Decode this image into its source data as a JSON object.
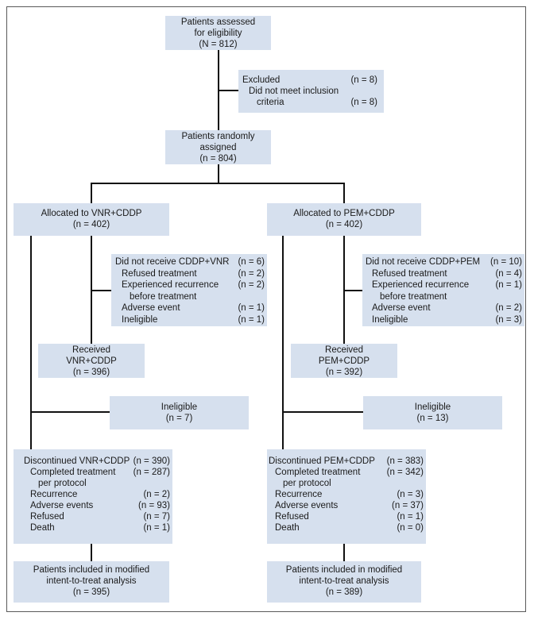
{
  "assessed": {
    "line1": "Patients assessed",
    "line2": "for eligibility",
    "n": "(N = 812)"
  },
  "excluded": {
    "title": "Excluded",
    "title_n": "(n = 8)",
    "reason1": "Did not meet inclusion",
    "reason2": "criteria",
    "reason_n": "(n = 8)"
  },
  "randomized": {
    "line1": "Patients randomly",
    "line2": "assigned",
    "n": "(n = 804)"
  },
  "left": {
    "allocated": {
      "label": "Allocated to VNR+CDDP",
      "n": "(n = 402)"
    },
    "not_received": {
      "title": "Did not receive CDDP+VNR",
      "title_n": "(n = 6)",
      "items": [
        {
          "label": "Refused treatment",
          "n": "(n = 2)"
        },
        {
          "label": "Experienced recurrence",
          "n": "(n = 2)"
        },
        {
          "label": "before treatment",
          "n": ""
        },
        {
          "label": "Adverse event",
          "n": "(n = 1)"
        },
        {
          "label": "Ineligible",
          "n": "(n = 1)"
        }
      ]
    },
    "received": {
      "line1": "Received",
      "line2": "VNR+CDDP",
      "n": "(n = 396)"
    },
    "ineligible": {
      "label": "Ineligible",
      "n": "(n = 7)"
    },
    "discontinued": {
      "title": "Discontinued VNR+CDDP",
      "title_n": "(n = 390)",
      "items": [
        {
          "label": "Completed treatment",
          "n": "(n = 287)"
        },
        {
          "label": "per protocol",
          "n": ""
        },
        {
          "label": "Recurrence",
          "n": "(n = 2)"
        },
        {
          "label": "Adverse events",
          "n": "(n = 93)"
        },
        {
          "label": "Refused",
          "n": "(n = 7)"
        },
        {
          "label": "Death",
          "n": "(n = 1)"
        }
      ]
    },
    "analysis": {
      "line1": "Patients included in modified",
      "line2": "intent-to-treat analysis",
      "n": "(n = 395)"
    }
  },
  "right": {
    "allocated": {
      "label": "Allocated to PEM+CDDP",
      "n": "(n = 402)"
    },
    "not_received": {
      "title": "Did not receive CDDP+PEM",
      "title_n": "(n = 10)",
      "items": [
        {
          "label": "Refused treatment",
          "n": "(n = 4)"
        },
        {
          "label": "Experienced recurrence",
          "n": "(n = 1)"
        },
        {
          "label": "before treatment",
          "n": ""
        },
        {
          "label": "Adverse event",
          "n": "(n = 2)"
        },
        {
          "label": "Ineligible",
          "n": "(n = 3)"
        }
      ]
    },
    "received": {
      "line1": "Received",
      "line2": "PEM+CDDP",
      "n": "(n = 392)"
    },
    "ineligible": {
      "label": "Ineligible",
      "n": "(n = 13)"
    },
    "discontinued": {
      "title": "Discontinued PEM+CDDP",
      "title_n": "(n = 383)",
      "items": [
        {
          "label": "Completed treatment",
          "n": "(n = 342)"
        },
        {
          "label": "per protocol",
          "n": ""
        },
        {
          "label": "Recurrence",
          "n": "(n = 3)"
        },
        {
          "label": "Adverse events",
          "n": "(n = 37)"
        },
        {
          "label": "Refused",
          "n": "(n = 1)"
        },
        {
          "label": "Death",
          "n": "(n = 0)"
        }
      ]
    },
    "analysis": {
      "line1": "Patients included in modified",
      "line2": "intent-to-treat analysis",
      "n": "(n = 389)"
    }
  },
  "colors": {
    "box_fill": "#d6e0ee",
    "line": "#111111",
    "frame": "#5a5a5a"
  }
}
